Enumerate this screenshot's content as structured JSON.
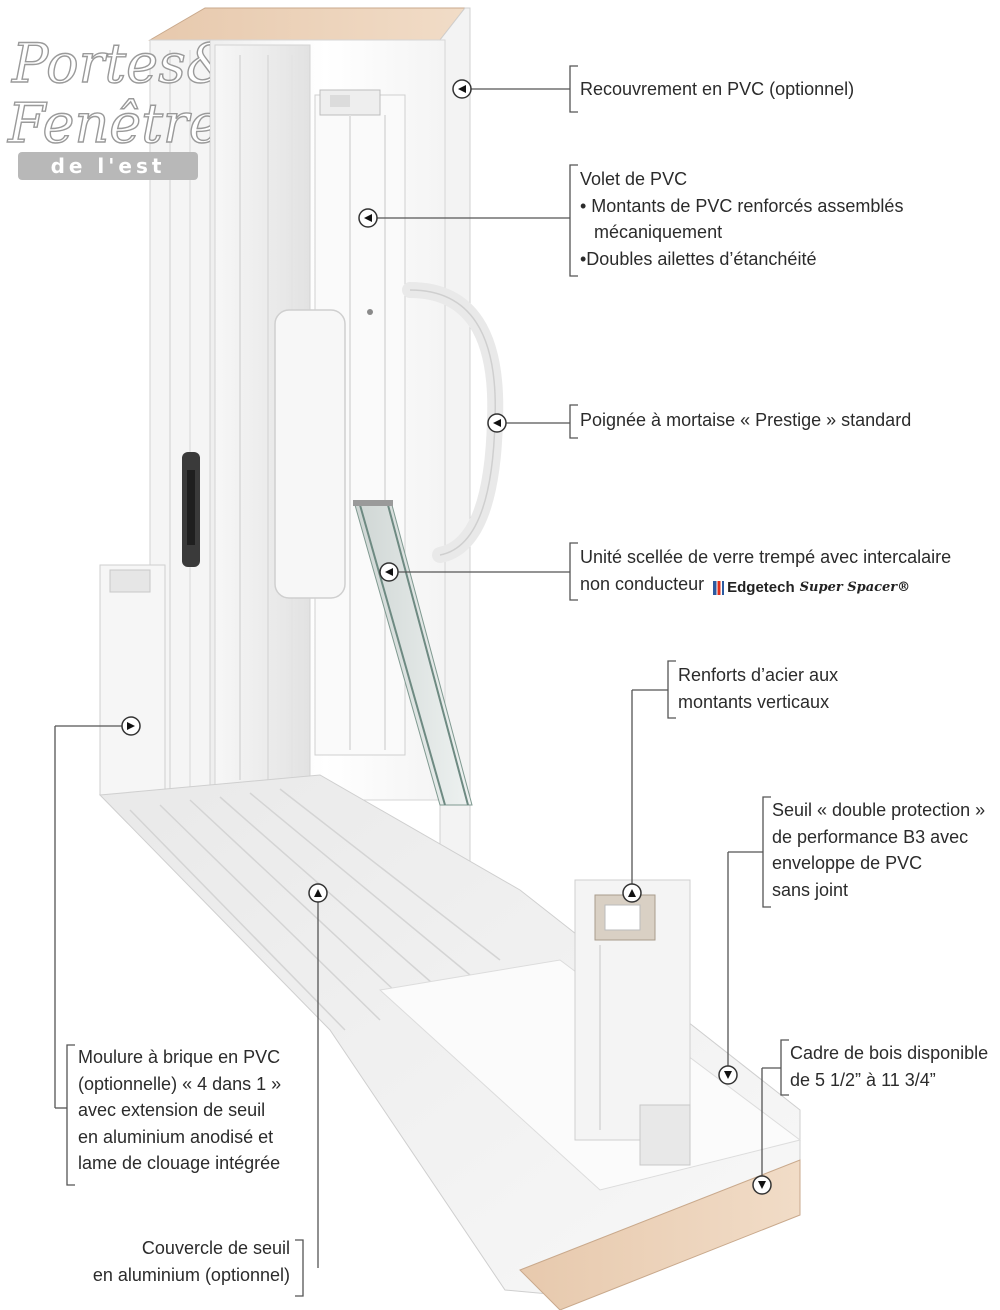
{
  "logo": {
    "line1": "Portes&",
    "line2": "Fenêtres",
    "line3": "de l'est"
  },
  "labels": {
    "recouvrement": "Recouvrement en PVC (optionnel)",
    "volet": {
      "title": "Volet de PVC",
      "line1": "• Montants de PVC renforcés assemblés",
      "line2": "mécaniquement",
      "line3": "•Doubles ailettes d’étanchéité"
    },
    "poignee": "Poignée à mortaise « Prestige » standard",
    "unite": {
      "line1": "Unité scellée de verre trempé avec intercalaire",
      "line2": "non conducteur",
      "brand_main": "Edgetech",
      "brand_script": "Super Spacer®"
    },
    "renforts": {
      "line1": "Renforts d’acier aux",
      "line2": "montants verticaux"
    },
    "seuil": {
      "line1": "Seuil « double protection »",
      "line2": "de performance B3 avec",
      "line3": "enveloppe de PVC",
      "line4": "sans joint"
    },
    "cadre": {
      "line1": "Cadre de bois disponible",
      "line2": "de 5 1/2” à 11 3/4”"
    },
    "moulure": {
      "line1": "Moulure à brique en PVC",
      "line2": "(optionnelle) « 4 dans 1 »",
      "line3": "avec extension de seuil",
      "line4": "en aluminium anodisé et",
      "line5": "lame de clouage intégrée"
    },
    "couvercle": {
      "line1": "Couvercle de seuil",
      "line2": "en aluminium (optionnel)"
    }
  }
}
